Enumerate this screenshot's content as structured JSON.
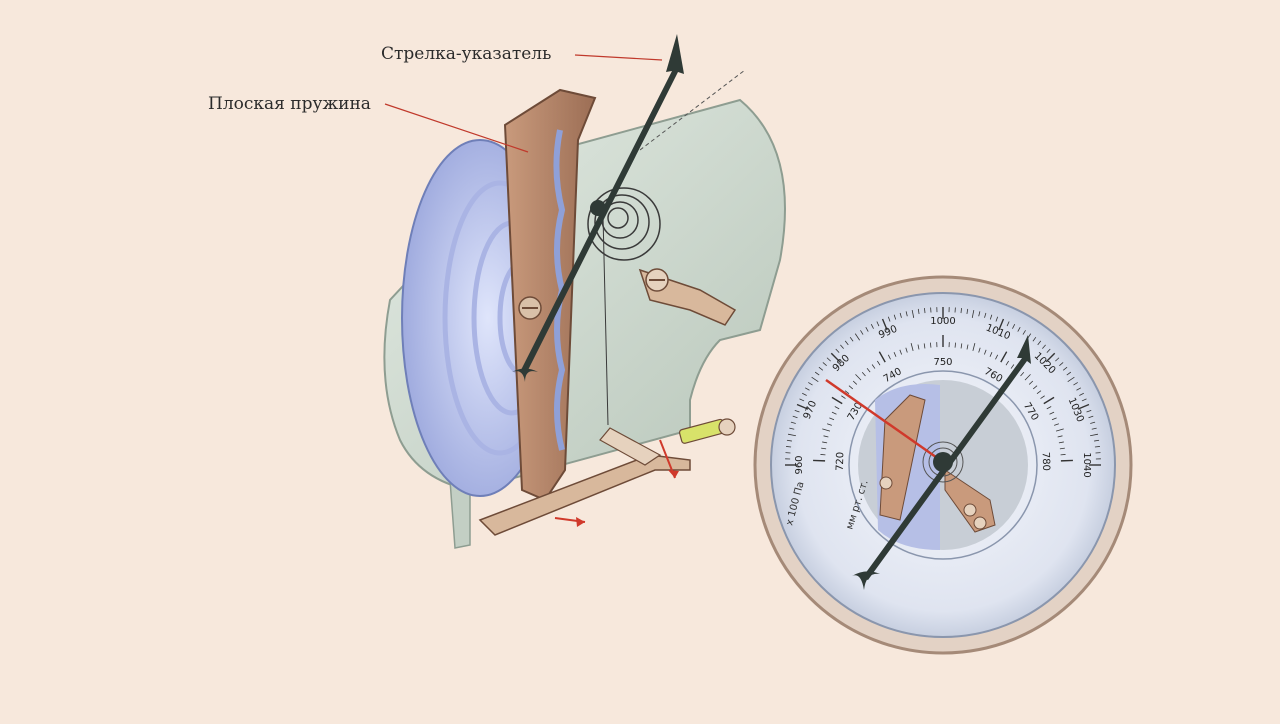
{
  "labels": {
    "pointer_arrow": "Стрелка-указатель",
    "flat_spring": "Плоская пружина"
  },
  "dial": {
    "outer_scale_unit": "x 100 Па",
    "outer_scale_ticks": [
      "960",
      "970",
      "980",
      "990",
      "1000",
      "1010",
      "1020",
      "1030",
      "1040"
    ],
    "inner_scale_unit": "мм рт. ст.",
    "inner_scale_ticks": [
      "720",
      "730",
      "740",
      "750",
      "760",
      "770",
      "780"
    ]
  },
  "colors": {
    "background": "#f7e8dc",
    "mechanism_plate": "#cfd9cf",
    "capsule": "#b9c3e8",
    "spring_bronze": "#b98a6e",
    "pointer": "#2f3a36",
    "leader_line": "#c0392b"
  }
}
